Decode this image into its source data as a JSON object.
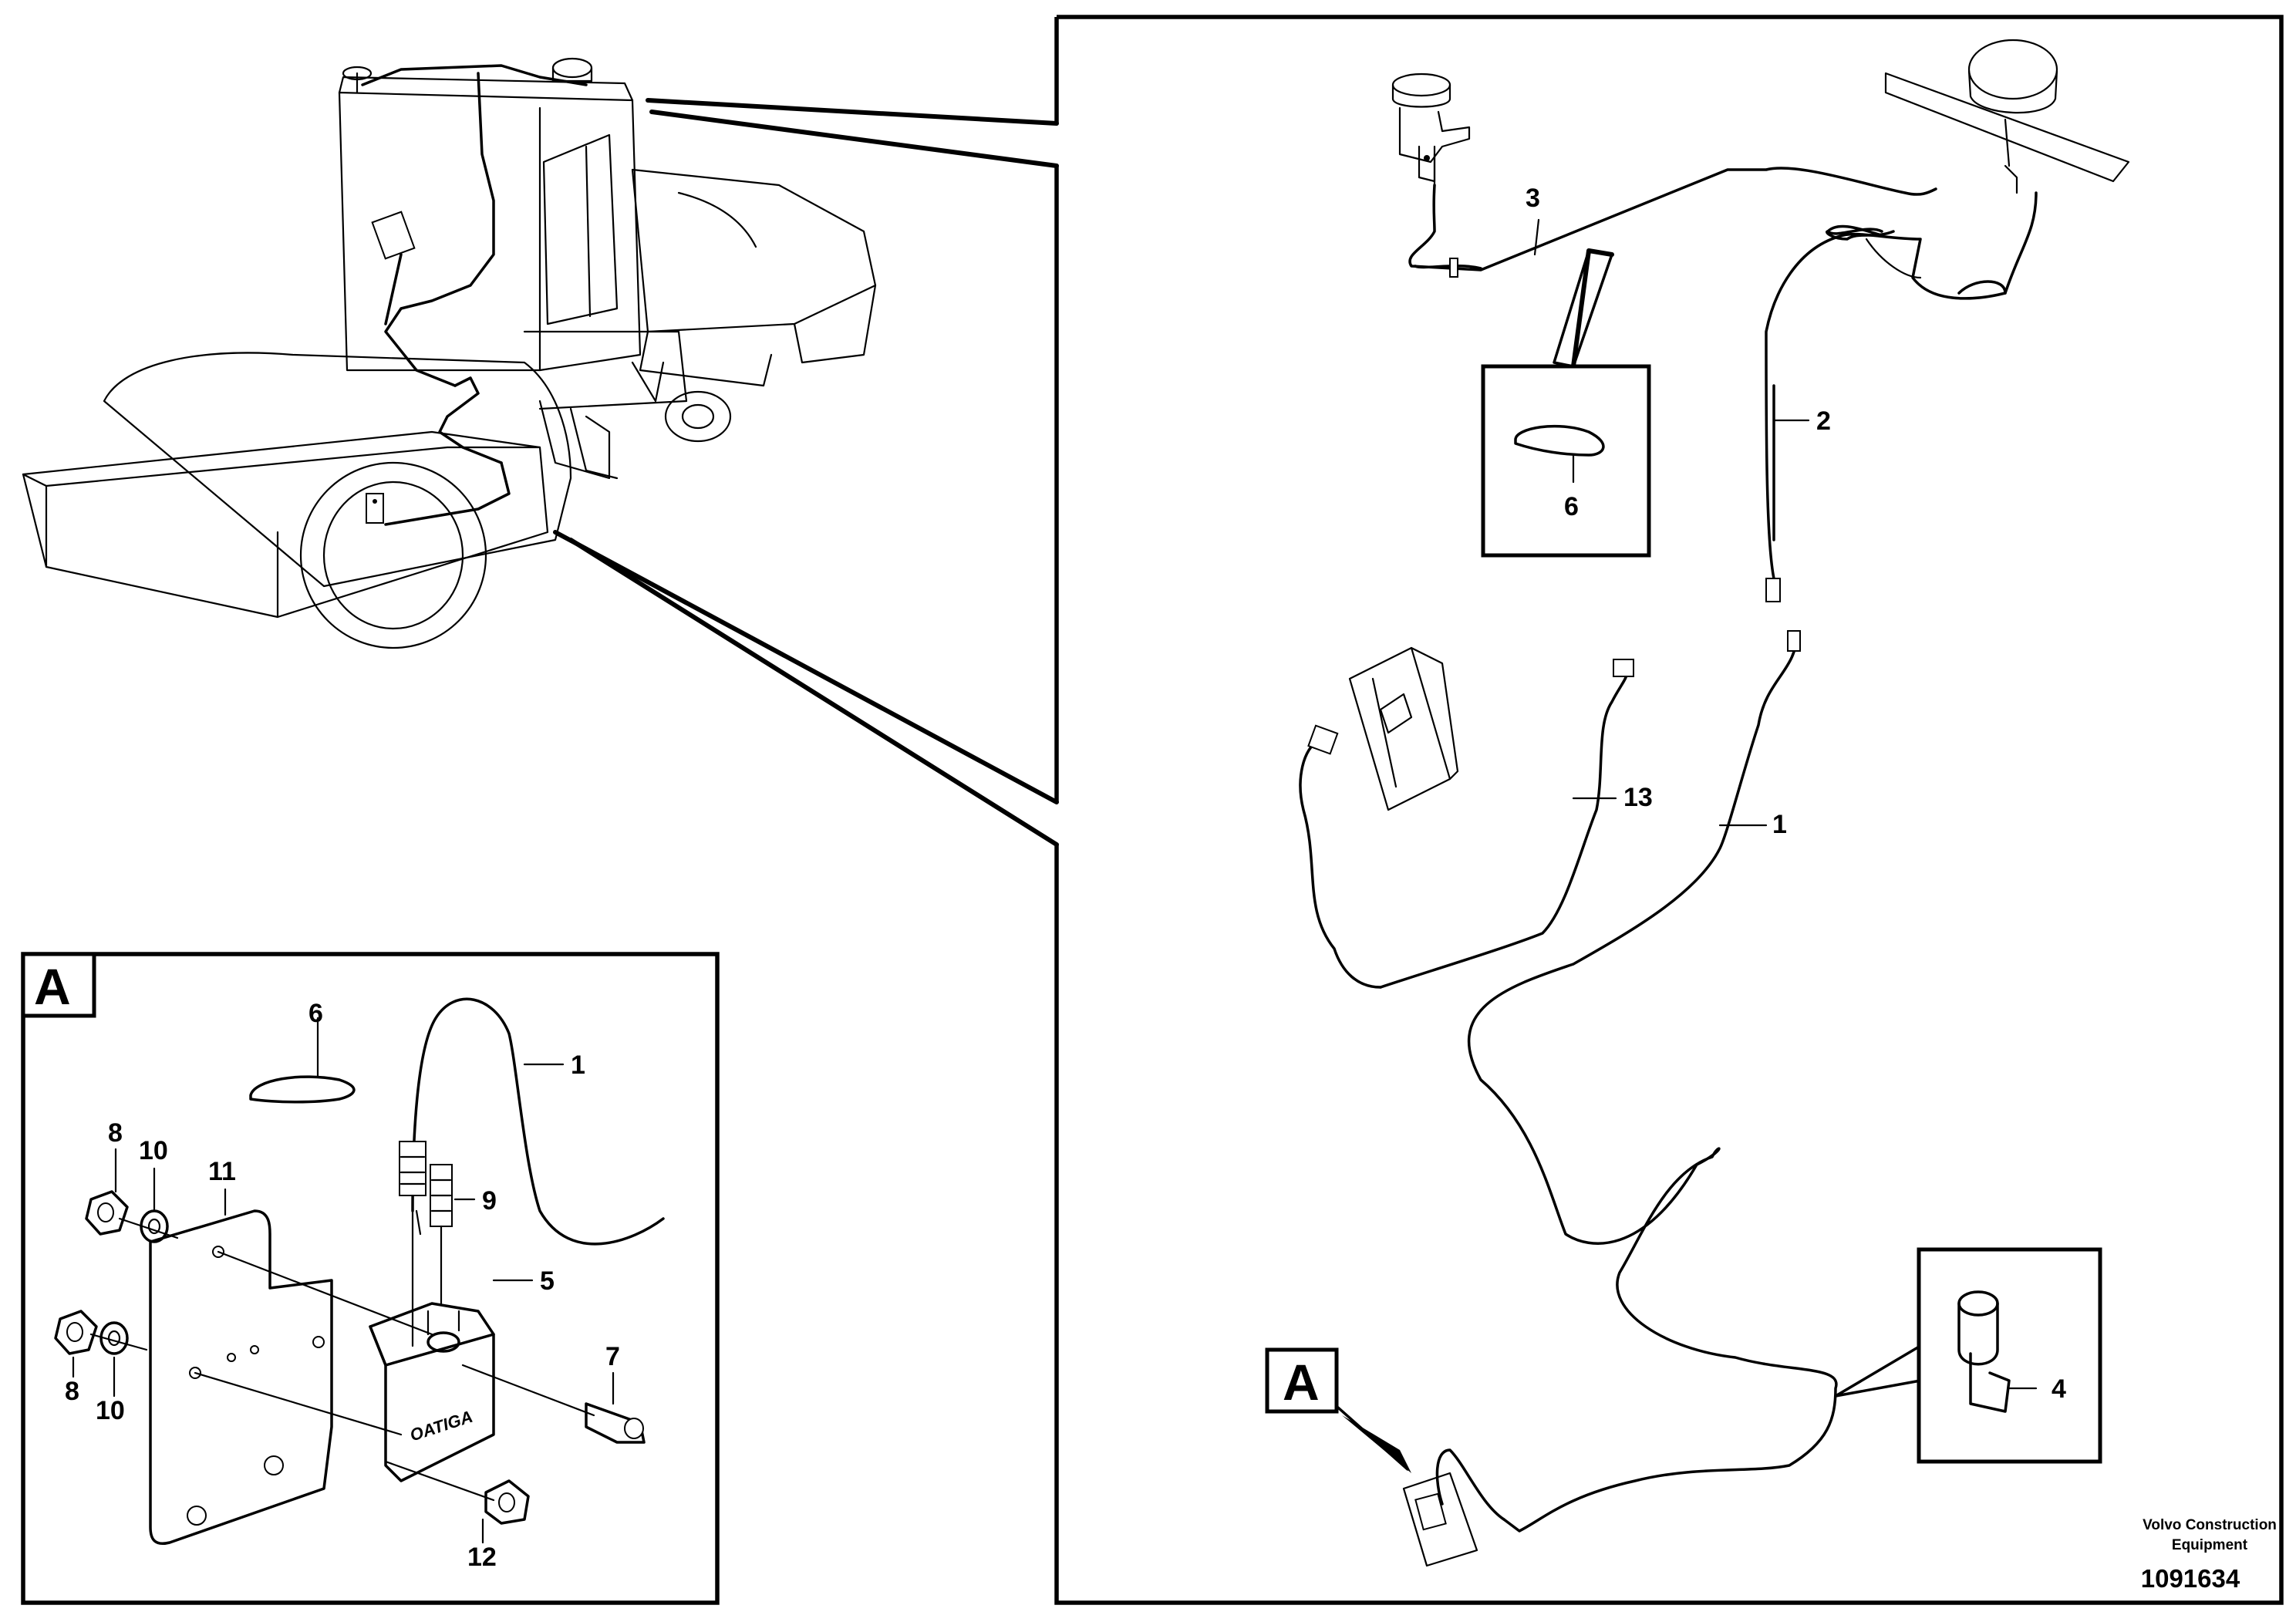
{
  "callouts": {
    "main": {
      "c3": "3",
      "c2": "2",
      "c6": "6",
      "c13": "13",
      "c1": "1",
      "c4": "4",
      "cA": "A"
    },
    "detailA": {
      "title": "A",
      "c6": "6",
      "c1": "1",
      "c8a": "8",
      "c10a": "10",
      "c11": "11",
      "c9": "9",
      "c5": "5",
      "c7": "7",
      "c8b": "8",
      "c10b": "10",
      "c12": "12"
    }
  },
  "footer": {
    "brand_line1": "Volvo Construction",
    "brand_line2": "Equipment",
    "drawing_number": "1091634"
  },
  "plate_text": "OATIGA"
}
